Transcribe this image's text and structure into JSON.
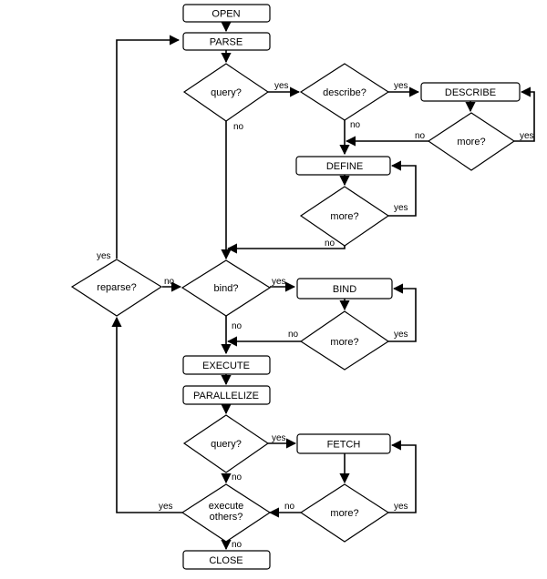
{
  "nodes": {
    "open": "OPEN",
    "parse": "PARSE",
    "query_1": "query?",
    "describe_q": "describe?",
    "describe": "DESCRIBE",
    "more_describe": "more?",
    "define": "DEFINE",
    "more_define": "more?",
    "reparse": "reparse?",
    "bind_q": "bind?",
    "bind": "BIND",
    "more_bind": "more?",
    "execute": "EXECUTE",
    "parallelize": "PARALLELIZE",
    "query_2": "query?",
    "fetch": "FETCH",
    "execute_others_1": "execute",
    "execute_others_2": "others?",
    "more_fetch": "more?",
    "close": "CLOSE"
  },
  "edges": {
    "yes": "yes",
    "no": "no"
  }
}
